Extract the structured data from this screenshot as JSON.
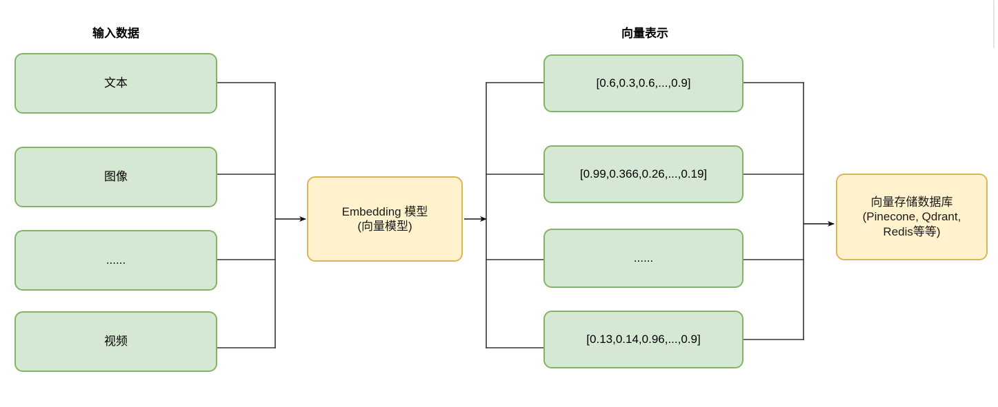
{
  "diagram": {
    "title_left": "输入数据",
    "title_right": "向量表示",
    "colors": {
      "green_fill": "#d5e8d4",
      "green_border": "#82b366",
      "yellow_fill": "#fff2cc",
      "yellow_border": "#d6b656",
      "wire": "#333333",
      "text": "#000000"
    },
    "inputs": [
      {
        "label": "文本"
      },
      {
        "label": "图像"
      },
      {
        "label": "......"
      },
      {
        "label": "视频"
      }
    ],
    "model": {
      "label": "Embedding 模型\n(向量模型)"
    },
    "vectors": [
      {
        "label": "[0.6,0.3,0.6,...,0.9]"
      },
      {
        "label": "[0.99,0.366,0.26,...,0.19]"
      },
      {
        "label": "......"
      },
      {
        "label": "[0.13,0.14,0.96,...,0.9]"
      }
    ],
    "store": {
      "label": "向量存储数据库\n(Pinecone, Qdrant,\nRedis等等)"
    }
  }
}
